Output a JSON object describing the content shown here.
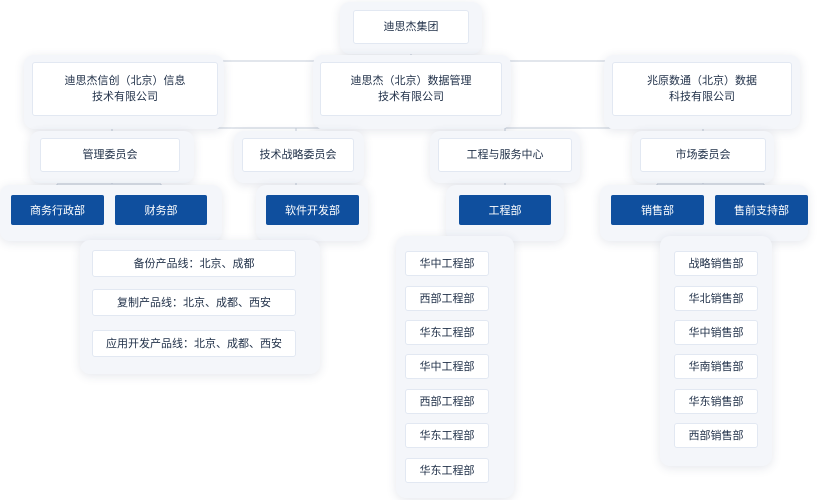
{
  "root": "迪思杰集团",
  "companies": [
    "迪思杰信创（北京）信息\n技术有限公司",
    "迪思杰（北京）数据管理\n技术有限公司",
    "兆原数通（北京）数据\n科技有限公司"
  ],
  "committees": [
    "管理委员会",
    "技术战略委员会",
    "工程与服务中心",
    "市场委员会"
  ],
  "departments": {
    "mgmt": [
      "商务行政部",
      "财务部"
    ],
    "tech": [
      "软件开发部"
    ],
    "eng": [
      "工程部"
    ],
    "market": [
      "销售部",
      "售前支持部"
    ]
  },
  "product_lines": [
    "备份产品线：北京、成都",
    "复制产品线：北京、成都、西安",
    "应用开发产品线：北京、成都、西安"
  ],
  "eng_units": [
    "华中工程部",
    "西部工程部",
    "华东工程部",
    "华中工程部",
    "西部工程部",
    "华东工程部",
    "华东工程部"
  ],
  "sales_units": [
    "战略销售部",
    "华北销售部",
    "华中销售部",
    "华南销售部",
    "华东销售部",
    "西部销售部"
  ],
  "colors": {
    "dept_fill": "#0f4f9e",
    "panel": "#f4f6fa",
    "line": "#c4ccd8",
    "text": "#22324a"
  }
}
